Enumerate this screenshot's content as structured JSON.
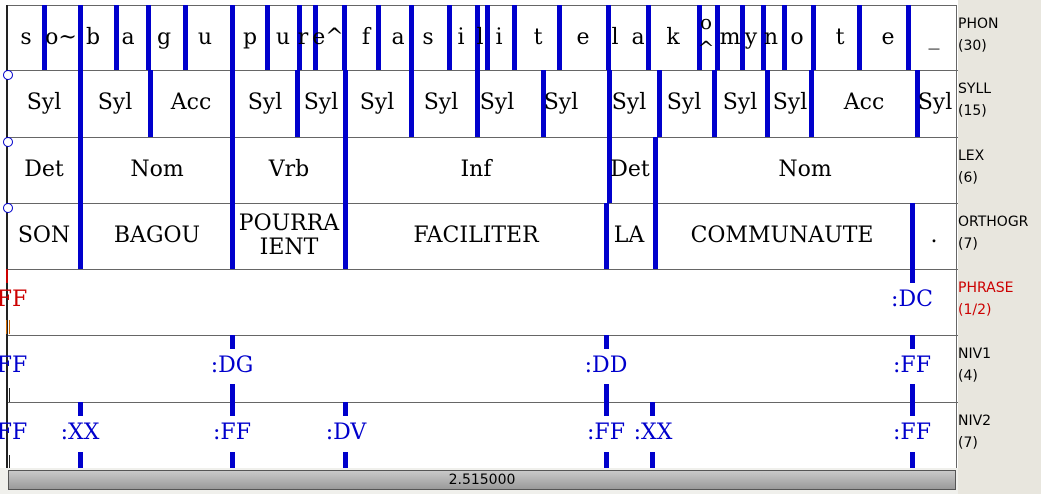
{
  "tiers": [
    {
      "id": "PHON",
      "name": "PHON",
      "count": "(30)",
      "color": "#000000"
    },
    {
      "id": "SYLL",
      "name": "SYLL",
      "count": "(15)",
      "color": "#000000"
    },
    {
      "id": "LEX",
      "name": "LEX",
      "count": "(6)",
      "color": "#000000"
    },
    {
      "id": "ORTHOGR",
      "name": "ORTHOGR",
      "count": "(7)",
      "color": "#000000"
    },
    {
      "id": "PHRASE",
      "name": "PHRASE",
      "count": "(1/2)",
      "color": "#cc0000"
    },
    {
      "id": "NIV1",
      "name": "NIV1",
      "count": "(4)",
      "color": "#000000"
    },
    {
      "id": "NIV2",
      "name": "NIV2",
      "count": "(7)",
      "color": "#000000"
    }
  ],
  "phon": [
    "s",
    "o~",
    "b",
    "a",
    "g",
    "u",
    "p",
    "u",
    "r",
    "e^",
    "f",
    "a",
    "s",
    "i",
    "l",
    "i",
    "t",
    "e",
    "l",
    "a",
    "k",
    "o\n^",
    "m",
    "y",
    "n",
    "o",
    "t",
    "e",
    "_"
  ],
  "syll": [
    "Syl",
    "Syl",
    "Acc",
    "Syl",
    "Syl",
    "Syl",
    "Syl",
    "Syl",
    "Syl",
    "Syl",
    "Syl",
    "Syl",
    "Syl",
    "Acc",
    "Syl"
  ],
  "lex": [
    "Det",
    "Nom",
    "Vrb",
    "Inf",
    "Det",
    "Nom"
  ],
  "orthogr": [
    "SON",
    "BAGOU",
    "POURRA IENT",
    "FACILITER",
    "LA",
    "COMMUNAUTE",
    "."
  ],
  "phrase": [
    "FF",
    ":DC"
  ],
  "niv1": [
    "FF",
    ":DG",
    ":DD",
    ":FF"
  ],
  "niv2": [
    "FF",
    ":XX",
    ":FF",
    ":DV",
    ":FF",
    ":XX",
    ":FF"
  ],
  "scroll": {
    "time": "2.515000"
  },
  "colors": {
    "boundary": "#0000cc",
    "phrase": "#cc0000",
    "text": "#000000"
  }
}
